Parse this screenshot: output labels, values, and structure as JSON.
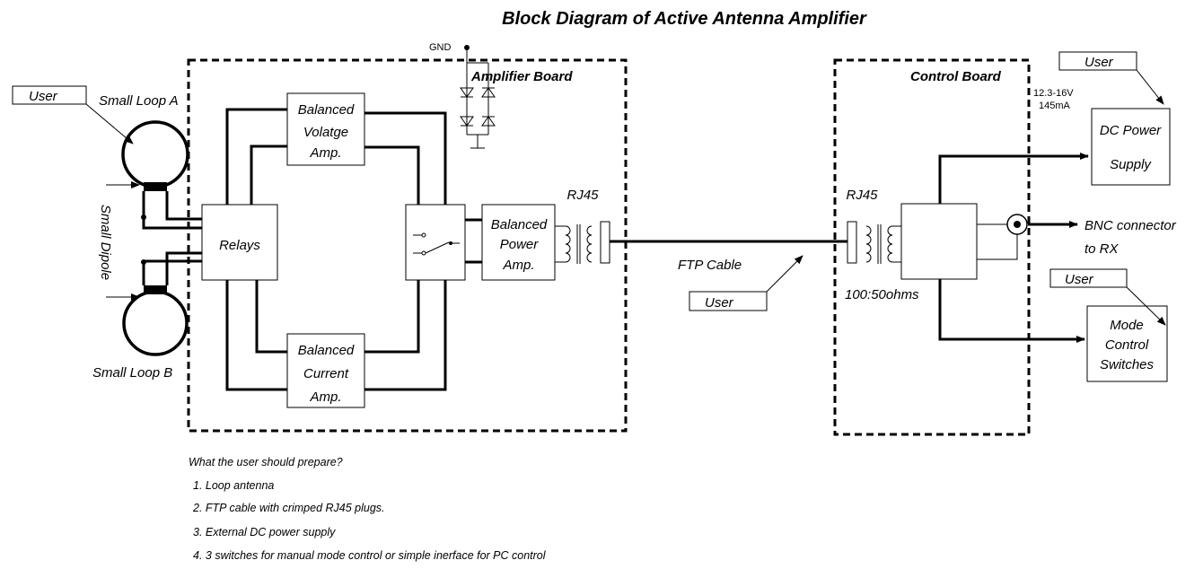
{
  "title": "Block Diagram of Active Antenna Amplifier",
  "gnd_label": "GND",
  "amplifier_board": {
    "label": "Amplifier Board",
    "relays": "Relays",
    "voltage_amp": [
      "Balanced",
      "Volatge",
      "Amp."
    ],
    "current_amp": [
      "Balanced",
      "Current",
      "Amp."
    ],
    "power_amp": [
      "Balanced",
      "Power",
      "Amp."
    ],
    "rj45": "RJ45"
  },
  "antennas": {
    "loop_a": "Small Loop A",
    "loop_b": "Small Loop B",
    "dipole": "Small Dipole"
  },
  "cable": {
    "label": "FTP Cable"
  },
  "control_board": {
    "label": "Control Board",
    "rj45": "RJ45",
    "ratio": "100:50ohms",
    "power_spec": [
      "12.3-16V",
      "145mA"
    ],
    "bnc": [
      "BNC connector",
      "to RX"
    ],
    "dc_power": [
      "DC Power",
      "Supply"
    ],
    "mode_switches": [
      "Mode",
      "Control",
      "Switches"
    ]
  },
  "user_tags": [
    "User",
    "User",
    "User",
    "User"
  ],
  "notes": {
    "heading": "What the user should prepare?",
    "items": [
      "1.  Loop antenna",
      "2.  FTP cable with crimped RJ45 plugs.",
      "3.   External DC power supply",
      "4.   3 switches  for manual mode control or simple inerface for PC control"
    ]
  }
}
